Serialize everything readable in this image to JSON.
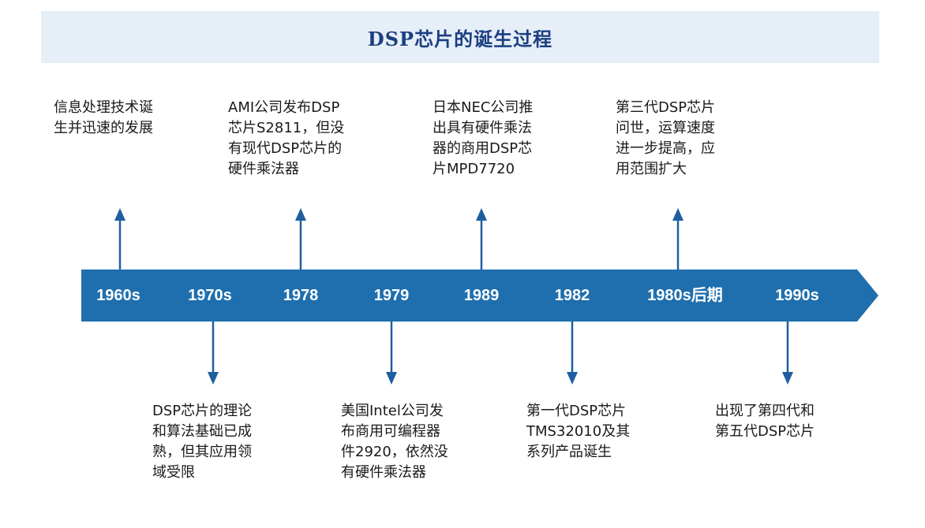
{
  "title": "DSP芯片的诞生过程",
  "colors": {
    "title_bg": "#e6eef8",
    "title_text": "#1b3f80",
    "timeline_bar": "#1f6fae",
    "arrow": "#1f5f9f"
  },
  "timeline": {
    "years": [
      {
        "label": "1960s"
      },
      {
        "label": "1970s"
      },
      {
        "label": "1978"
      },
      {
        "label": "1979"
      },
      {
        "label": "1989"
      },
      {
        "label": "1982"
      },
      {
        "label": "1980s后期"
      },
      {
        "label": "1990s"
      }
    ],
    "events": [
      {
        "text": "信息处理技术诞\n生并迅速的发展",
        "position": "top"
      },
      {
        "text": "DSP芯片的理论\n和算法基础已成\n熟，但其应用领\n域受限",
        "position": "bottom"
      },
      {
        "text": "AMI公司发布DSP\n芯片S2811，但没\n有现代DSP芯片的\n硬件乘法器",
        "position": "top"
      },
      {
        "text": "美国Intel公司发\n布商用可编程器\n件2920，依然没\n有硬件乘法器",
        "position": "bottom"
      },
      {
        "text": "日本NEC公司推\n出具有硬件乘法\n器的商用DSP芯\n片MPD7720",
        "position": "top"
      },
      {
        "text": "第一代DSP芯片\nTMS32010及其\n系列产品诞生",
        "position": "bottom"
      },
      {
        "text": "第三代DSP芯片\n问世，运算速度\n进一步提高，应\n用范围扩大",
        "position": "top"
      },
      {
        "text": "出现了第四代和\n第五代DSP芯片",
        "position": "bottom"
      }
    ]
  }
}
